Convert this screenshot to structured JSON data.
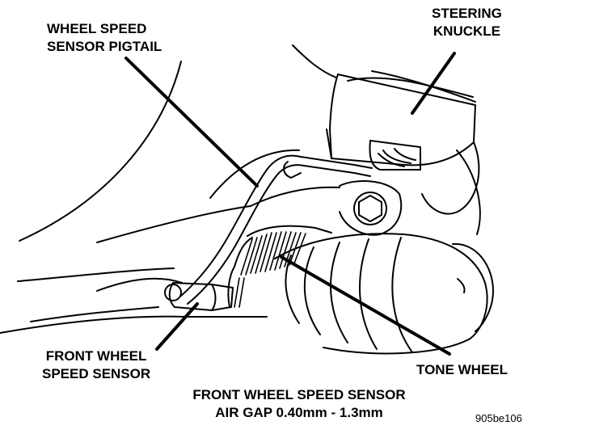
{
  "labels": {
    "pigtail": [
      "WHEEL SPEED",
      "SENSOR PIGTAIL"
    ],
    "knuckle": [
      "STEERING",
      "KNUCKLE"
    ],
    "sensor": [
      "FRONT WHEEL",
      "SPEED SENSOR"
    ],
    "tone_wheel": "TONE WHEEL"
  },
  "caption": [
    "FRONT WHEEL SPEED SENSOR",
    "AIR GAP 0.40mm - 1.3mm"
  ],
  "figure_code": "905be106",
  "colors": {
    "ink": "#000000",
    "paper": "#ffffff"
  }
}
